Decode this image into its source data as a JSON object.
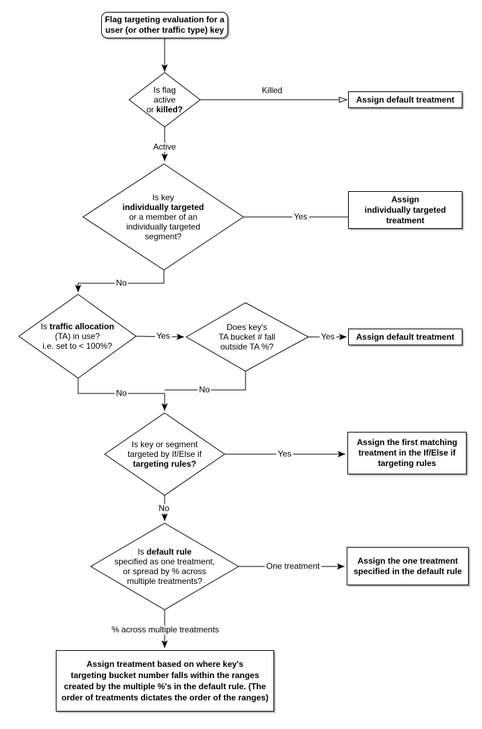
{
  "colors": {
    "background": "#ffffff",
    "node_fill": "#ffffff",
    "stroke": "#000000",
    "shadow": "rgba(0,0,0,0.3)"
  },
  "labels": {
    "killed": "Killed",
    "active": "Active",
    "yes": "Yes",
    "no": "No",
    "one_treatment": "One treatment",
    "pct_across": "% across multiple treatments"
  },
  "nodes": {
    "start": {
      "segments": [
        {
          "t": "Flag targeting evaluation for a",
          "b": true
        },
        {
          "br": true
        },
        {
          "t": "user (or other traffic type) key",
          "b": true
        }
      ]
    },
    "d1": {
      "segments": [
        {
          "t": "Is flag"
        },
        {
          "br": true
        },
        {
          "t": "active"
        },
        {
          "br": true
        },
        {
          "t": "or "
        },
        {
          "t": "killed?",
          "b": true
        }
      ]
    },
    "d2": {
      "segments": [
        {
          "t": "Is key"
        },
        {
          "br": true
        },
        {
          "t": "individually targeted",
          "b": true
        },
        {
          "br": true
        },
        {
          "t": "or a member of an"
        },
        {
          "br": true
        },
        {
          "t": "individually targeted"
        },
        {
          "br": true
        },
        {
          "t": "segment?"
        }
      ]
    },
    "d3": {
      "segments": [
        {
          "t": "Is "
        },
        {
          "t": "traffic allocation",
          "b": true
        },
        {
          "br": true
        },
        {
          "t": "(TA) in use?"
        },
        {
          "br": true
        },
        {
          "t": "i.e. set to < 100%?"
        }
      ]
    },
    "d4": {
      "segments": [
        {
          "t": "Does key's"
        },
        {
          "br": true
        },
        {
          "t": "TA bucket # fall"
        },
        {
          "br": true
        },
        {
          "t": "outside TA %?"
        }
      ]
    },
    "d5": {
      "segments": [
        {
          "t": "Is key or segment"
        },
        {
          "br": true
        },
        {
          "t": "targeted by If/Else if"
        },
        {
          "br": true
        },
        {
          "t": "targeting rules?",
          "b": true
        }
      ]
    },
    "d6": {
      "segments": [
        {
          "t": "Is "
        },
        {
          "t": "default rule",
          "b": true
        },
        {
          "br": true
        },
        {
          "t": "specified as one treatment,"
        },
        {
          "br": true
        },
        {
          "t": "or spread by % across"
        },
        {
          "br": true
        },
        {
          "t": "multiple treatments?"
        }
      ]
    },
    "box_default_1": {
      "segments": [
        {
          "t": "Assign default treatment",
          "b": true
        }
      ]
    },
    "box_individual": {
      "segments": [
        {
          "t": "Assign",
          "b": true
        },
        {
          "br": true
        },
        {
          "t": "individually targeted",
          "b": true
        },
        {
          "br": true
        },
        {
          "t": "treatment",
          "b": true
        }
      ]
    },
    "box_default_2": {
      "segments": [
        {
          "t": "Assign default treatment",
          "b": true
        }
      ]
    },
    "box_first_matching": {
      "segments": [
        {
          "t": "Assign the first matching",
          "b": true
        },
        {
          "br": true
        },
        {
          "t": "treatment in the If/Else if",
          "b": true
        },
        {
          "br": true
        },
        {
          "t": "targeting rules",
          "b": true
        }
      ]
    },
    "box_one_treatment": {
      "segments": [
        {
          "t": "Assign the one treatment",
          "b": true
        },
        {
          "br": true
        },
        {
          "t": "specified in the default rule",
          "b": true
        }
      ]
    },
    "box_bucket_ranges": {
      "segments": [
        {
          "t": "Assign treatment based on where key's",
          "b": true
        },
        {
          "br": true
        },
        {
          "t": "targeting bucket number falls within the ranges",
          "b": true
        },
        {
          "br": true
        },
        {
          "t": "created by the multiple %'s in the default rule. (The",
          "b": true
        },
        {
          "br": true
        },
        {
          "t": "order of treatments dictates the order of the ranges)",
          "b": true
        }
      ]
    }
  }
}
